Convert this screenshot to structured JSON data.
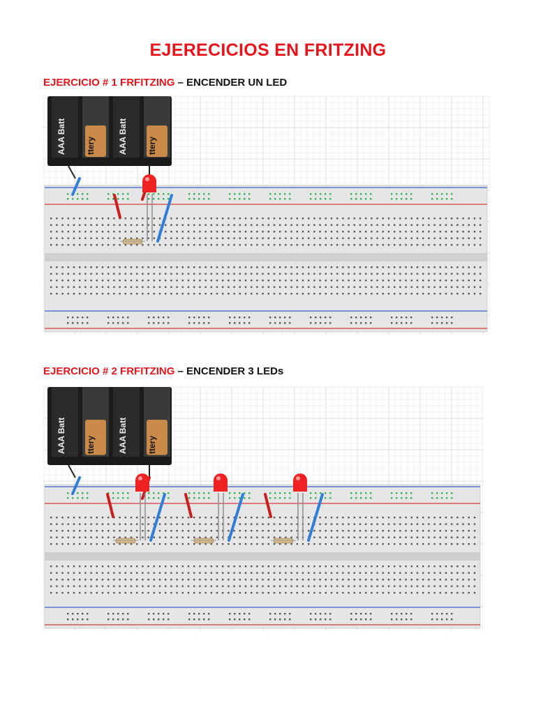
{
  "page": {
    "title": "EJERECICIOS EN FRITZING"
  },
  "exercises": [
    {
      "label": "EJERCICIO # 1 FRFITZING",
      "separator": " – ",
      "task": "ENCENDER UN LED",
      "leds": 1
    },
    {
      "label": "EJERCICIO # 2 FRFITZING",
      "separator": " – ",
      "task": "ENCENDER 3 LEDs",
      "leds": 3
    }
  ],
  "battery": {
    "text_left": "AAA Batt",
    "text_right": "ttery"
  },
  "colors": {
    "title_red": "#e8141b",
    "breadboard": "#e6e6e6",
    "rail_blue": "#3a5fcd",
    "rail_red": "#d23b3b",
    "wire_blue": "#2f7fd8",
    "wire_red": "#c81e1e",
    "led_red": "#ee2222",
    "hole_green": "#2fb34a"
  }
}
